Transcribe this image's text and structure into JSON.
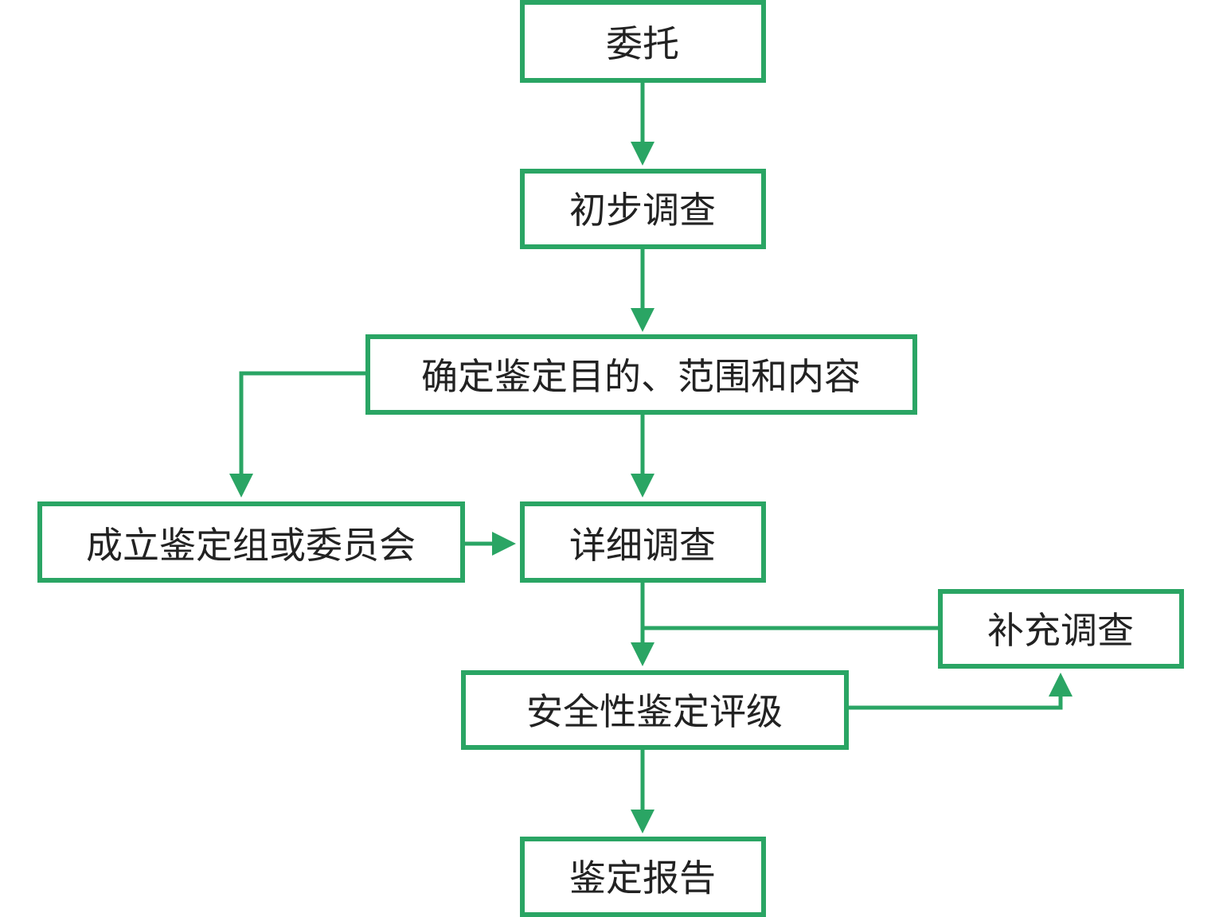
{
  "diagram": {
    "type": "flowchart",
    "color": "#2aa564",
    "nodes": {
      "entrust": {
        "label": "委托"
      },
      "preliminary": {
        "label": "初步调查"
      },
      "scope": {
        "label": "确定鉴定目的、范围和内容"
      },
      "committee": {
        "label": "成立鉴定组或委员会"
      },
      "detailed": {
        "label": "详细调查"
      },
      "supplementary": {
        "label": "补充调查"
      },
      "rating": {
        "label": "安全性鉴定评级"
      },
      "report": {
        "label": "鉴定报告"
      }
    },
    "edges": [
      {
        "from": "entrust",
        "to": "preliminary"
      },
      {
        "from": "preliminary",
        "to": "scope"
      },
      {
        "from": "scope",
        "to": "committee"
      },
      {
        "from": "scope",
        "to": "detailed"
      },
      {
        "from": "committee",
        "to": "detailed"
      },
      {
        "from": "detailed",
        "to": "rating"
      },
      {
        "from": "rating",
        "to": "supplementary"
      },
      {
        "from": "supplementary",
        "to": "rating"
      },
      {
        "from": "rating",
        "to": "report"
      }
    ]
  }
}
